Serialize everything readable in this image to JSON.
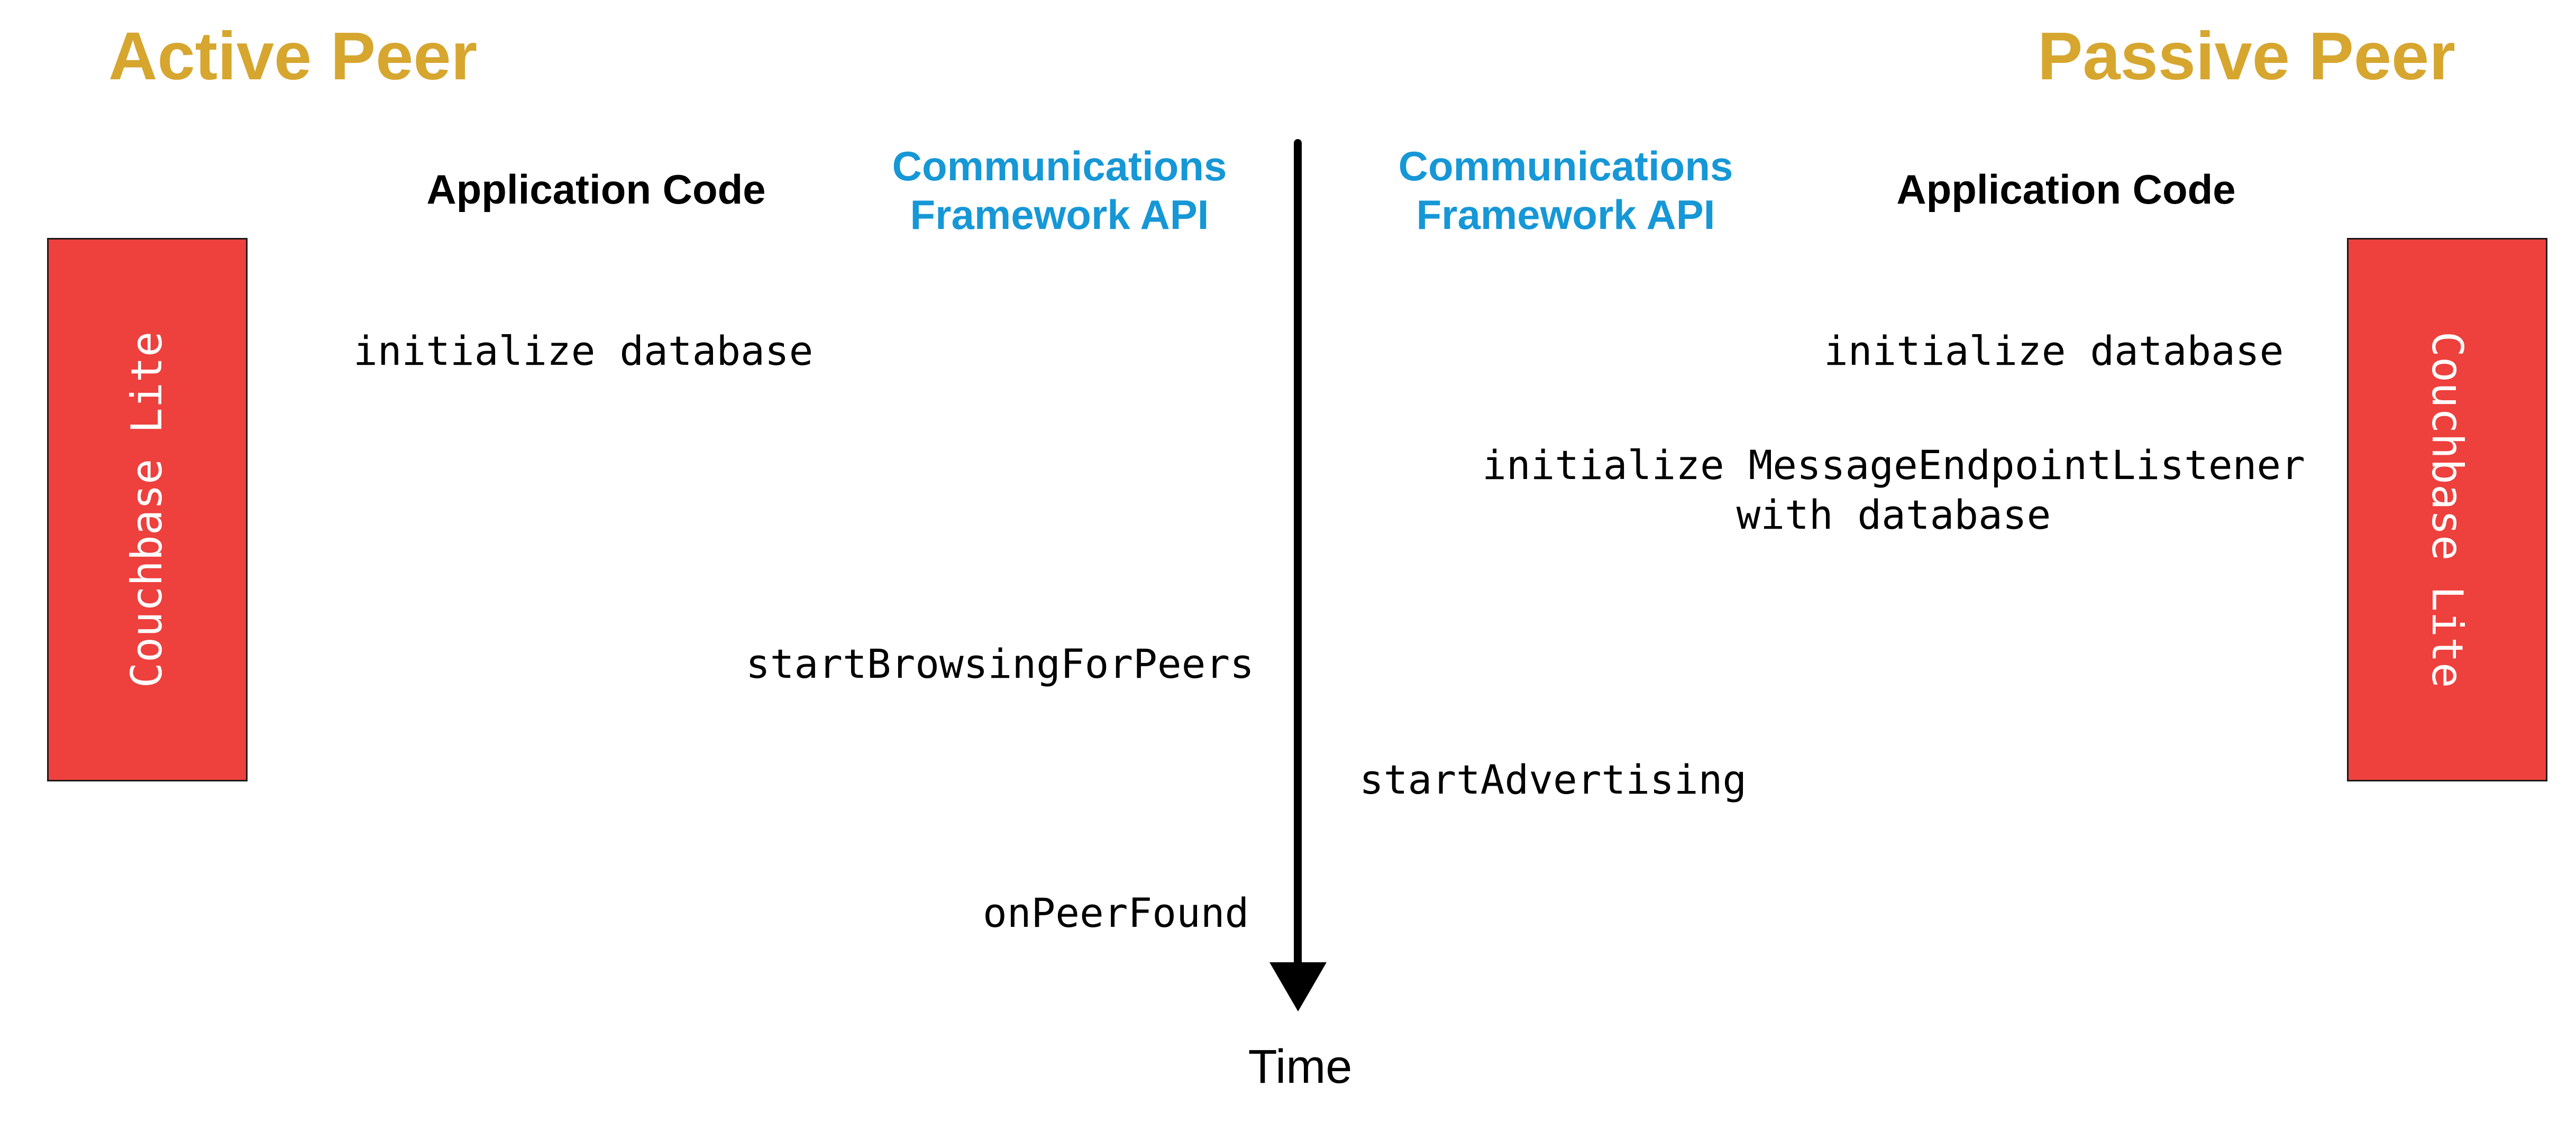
{
  "colors": {
    "gold": "#D6A62F",
    "blue": "#1697D6",
    "red": "#EE403D",
    "box_border": "#1A1A1A",
    "ink": "#000000",
    "box_text": "#FFFFFF"
  },
  "active_peer": {
    "title": "Active Peer",
    "app_code_header": "Application Code",
    "api_header_line1": "Communications",
    "api_header_line2": "Framework API",
    "couchbase_box_label": "Couchbase Lite",
    "events": {
      "initialize_database": "initialize database",
      "start_browsing": "startBrowsingForPeers",
      "on_peer_found": "onPeerFound"
    }
  },
  "passive_peer": {
    "title": "Passive Peer",
    "app_code_header": "Application Code",
    "api_header_line1": "Communications",
    "api_header_line2": "Framework API",
    "couchbase_box_label": "Couchbase Lite",
    "events": {
      "initialize_database": "initialize database",
      "initialize_listener_line1": "initialize MessageEndpointListener",
      "initialize_listener_line2": "with database",
      "start_advertising": "startAdvertising"
    }
  },
  "timeline": {
    "axis_label": "Time"
  }
}
